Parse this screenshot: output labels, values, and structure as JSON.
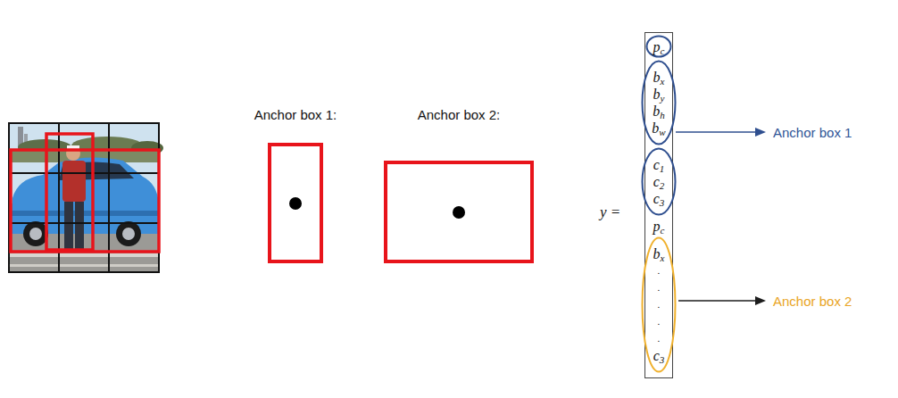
{
  "diagram": {
    "nodes": [
      {
        "text": [
          "Anchor box 1:"
        ]
      },
      {
        "text": [
          "Anchor box 2:"
        ]
      },
      {
        "text": [
          "pc"
        ]
      },
      {
        "text": [
          "pc"
        ],
        "in": 2
      },
      {
        "text": [
          "bx",
          "by",
          "bh",
          "bw"
        ],
        "in": 2
      },
      {
        "text": [
          "c1",
          "c2",
          "c3"
        ],
        "in": 2
      },
      {
        "text": [
          "bx",
          ".",
          ".",
          ".",
          ".",
          ".",
          "c3"
        ],
        "in": 2
      }
    ],
    "labels": [
      "y =",
      "Anchor box 1",
      "Anchor box 2"
    ]
  }
}
